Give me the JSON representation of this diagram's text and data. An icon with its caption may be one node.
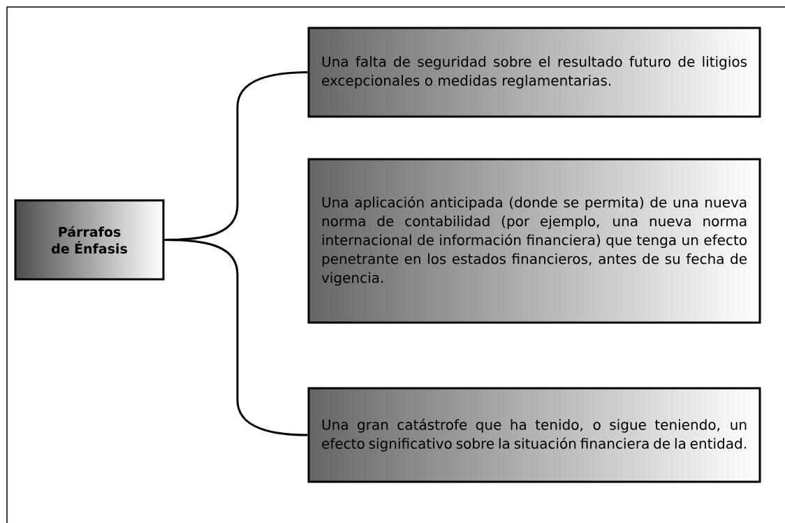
{
  "diagram": {
    "nodes": [
      {
        "text": [
          "Párrafos de Énfasis"
        ]
      },
      {
        "text": [
          "Una falta de seguridad sobre el resultado futuro de litigios excepcionales o medidas reglamentarias."
        ]
      },
      {
        "text": [
          "Una aplicación anticipada (donde se permita) de una nueva norma de contabilidad (por ejemplo, una nueva norma internacional de información financiera) que tenga un efecto penetrante en los estados financieros, antes de su fecha de vigencia."
        ]
      },
      {
        "text": [
          "Una gran catástrofe que ha tenido, o sigue teniendo, un efecto significativo sobre la situación financiera de la entidad."
        ]
      }
    ],
    "edges": [
      {
        "from": 0,
        "to": 1,
        "arrow": "none"
      },
      {
        "from": 0,
        "to": 3,
        "arrow": "none"
      }
    ]
  }
}
